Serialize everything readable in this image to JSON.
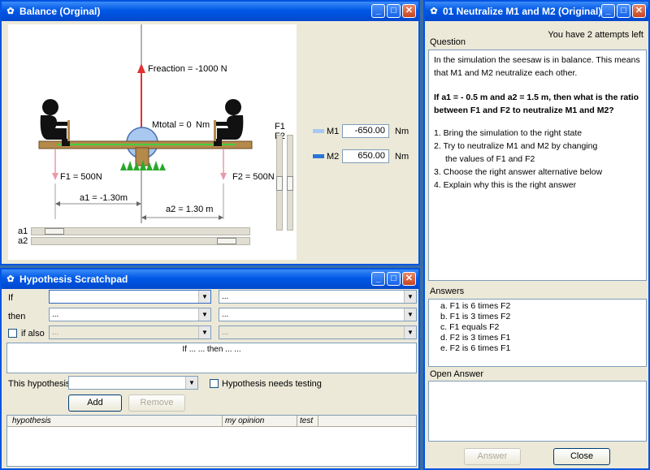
{
  "balance": {
    "title": "Balance (Orginal)",
    "freaction": "Freaction = -1000 N",
    "mtotal": "Mtotal = 0",
    "mtotal_unit": "Nm",
    "f1": "F1 = 500N",
    "f2": "F2 = 500N",
    "a1_dim": "a1 = -1.30m",
    "a2_dim": "a2 = 1.30 m",
    "slider_a1": "a1",
    "slider_a2": "a2",
    "force_header": "F1 F2",
    "m1_label": "M1",
    "m1_value": "-650.00",
    "m1_unit": "Nm",
    "m2_label": "M2",
    "m2_value": "650.00",
    "m2_unit": "Nm"
  },
  "scratchpad": {
    "title": "Hypothesis Scratchpad",
    "if_label": "If",
    "then_label": "then",
    "ifalso_label": "if also",
    "combo_default": "...",
    "preview": "If ... ... then ... ...",
    "this_hypothesis": "This hypothesis",
    "needs_testing": "Hypothesis needs testing",
    "add": "Add",
    "remove": "Remove",
    "col_hypothesis": "hypothesis",
    "col_opinion": "my opinion",
    "col_test": "test"
  },
  "question": {
    "title": "01 Neutralize M1 and M2 (Original)",
    "attempts": "You have 2 attempts left",
    "question_label": "Question",
    "intro": "In the simulation the seesaw is in balance. This means that M1 and M2 neutralize each other.",
    "bold": "If a1 = - 0.5 m and a2 = 1.5 m, then what is the ratio between F1 and F2 to neutralize M1 and M2?",
    "steps": [
      "1. Bring the simulation to the right state",
      "2. Try to neutralize M1 and M2 by changing",
      "the values of F1 and F2",
      "3. Choose the right answer alternative below",
      "4. Explain why this is the right answer"
    ],
    "answers_label": "Answers",
    "answers": [
      "a. F1 is 6 times F2",
      "b. F1 is 3 times F2",
      "c. F1 equals F2",
      "d. F2 is 3 times F1",
      "e. F2 is 6 times F1"
    ],
    "open_label": "Open Answer",
    "answer_button": "Answer",
    "close_button": "Close"
  },
  "colors": {
    "titlebar": "#0058e6",
    "m1_swatch": "#a8c8f0",
    "m2_swatch": "#2a74d8",
    "reaction_arrow": "#e03030",
    "force_arrow": "#e89aa8",
    "beam_line": "#40d040"
  }
}
